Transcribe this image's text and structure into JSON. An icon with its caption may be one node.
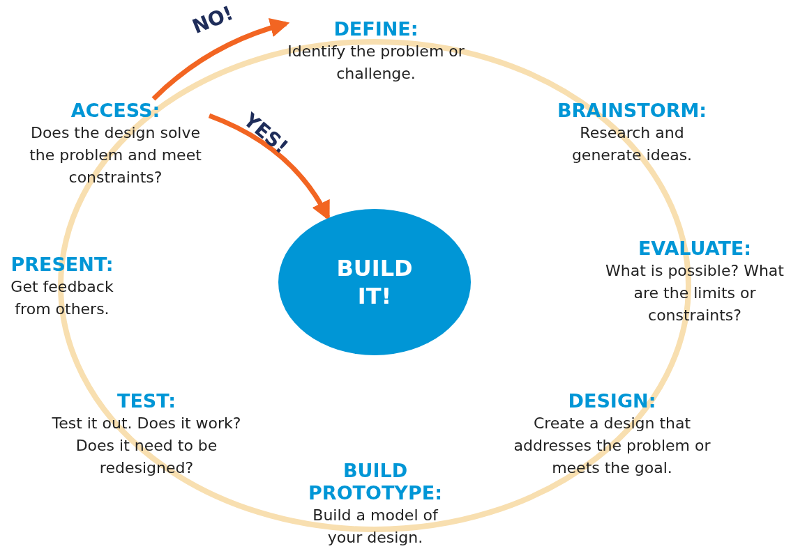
{
  "diagram": {
    "nodes": [
      {
        "text": [
          "DEFINE:",
          "Identify the problem or challenge."
        ]
      },
      {
        "text": [
          "BRAINSTORM:",
          "Research and generate ideas."
        ]
      },
      {
        "text": [
          "EVALUATE:",
          "What is possible? What are the limits or constraints?"
        ]
      },
      {
        "text": [
          "DESIGN:",
          "Create a design that addresses the problem or meets the goal."
        ]
      },
      {
        "text": [
          "BUILD PROTOTYPE:",
          "Build a model of your design."
        ]
      },
      {
        "text": [
          "TEST:",
          "Test it out. Does it work? Does it need to be redesigned?"
        ]
      },
      {
        "text": [
          "PRESENT:",
          "Get feedback from others."
        ]
      },
      {
        "text": [
          "ACCESS:",
          "Does the design solve the problem and meet constraints?"
        ]
      },
      {
        "text": [
          "BUILD IT!"
        ]
      }
    ],
    "edges": [
      {
        "from": 7,
        "to": 0,
        "label": "NO!",
        "arrow": "to"
      },
      {
        "from": 7,
        "to": 8,
        "label": "YES!",
        "arrow": "to"
      }
    ]
  }
}
